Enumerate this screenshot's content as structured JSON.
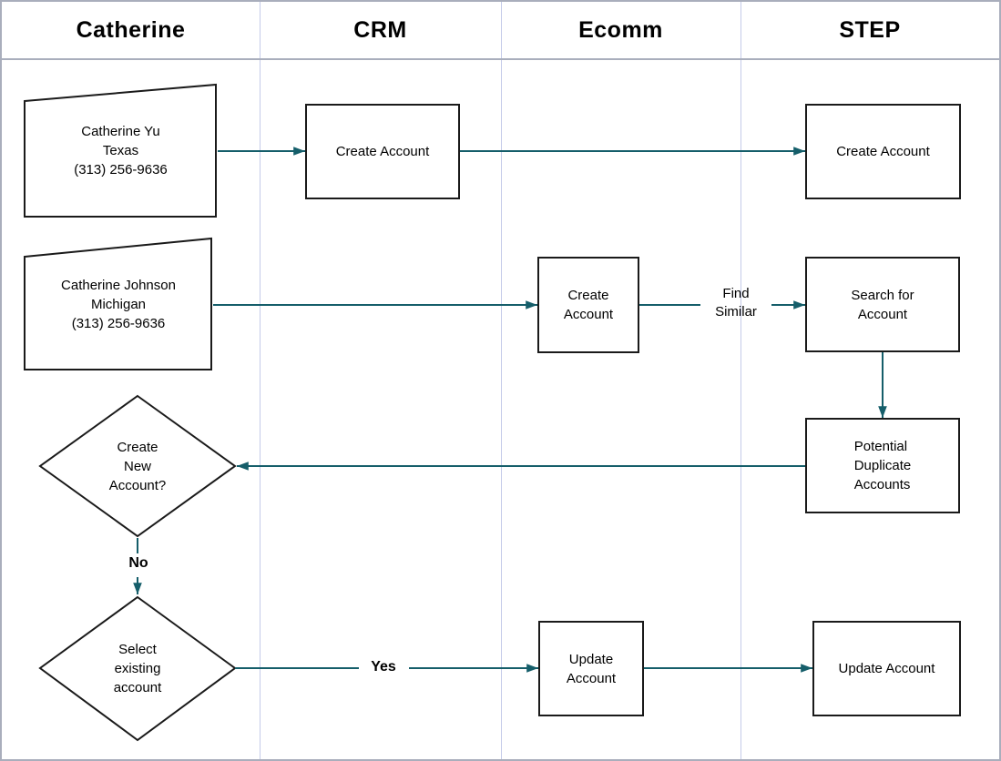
{
  "diagram": {
    "lanes": [
      {
        "id": "catherine",
        "label": "Catherine"
      },
      {
        "id": "crm",
        "label": "CRM"
      },
      {
        "id": "ecomm",
        "label": "Ecomm"
      },
      {
        "id": "step",
        "label": "STEP"
      }
    ],
    "nodes": {
      "customer_yu": {
        "type": "manual-input",
        "lane": "Catherine",
        "text": "Catherine Yu\nTexas\n(313) 256-9636"
      },
      "crm_create_account": {
        "type": "process",
        "lane": "CRM",
        "text": "Create Account"
      },
      "step_create_account": {
        "type": "process",
        "lane": "STEP",
        "text": "Create Account"
      },
      "customer_johnson": {
        "type": "manual-input",
        "lane": "Catherine",
        "text": "Catherine Johnson\nMichigan\n(313) 256-9636"
      },
      "ecomm_create_account": {
        "type": "process",
        "lane": "Ecomm",
        "text": "Create\nAccount"
      },
      "step_search_account": {
        "type": "process",
        "lane": "STEP",
        "text": "Search for\nAccount"
      },
      "step_potential_duplicates": {
        "type": "process",
        "lane": "STEP",
        "text": "Potential\nDuplicate\nAccounts"
      },
      "decision_create_new": {
        "type": "decision",
        "lane": "Catherine",
        "text": "Create\nNew\nAccount?"
      },
      "decision_select_existing": {
        "type": "decision",
        "lane": "Catherine",
        "text": "Select\nexisting\naccount"
      },
      "ecomm_update_account": {
        "type": "process",
        "lane": "Ecomm",
        "text": "Update\nAccount"
      },
      "step_update_account": {
        "type": "process",
        "lane": "STEP",
        "text": "Update Account"
      }
    },
    "edge_labels": {
      "find_similar": "Find\nSimilar",
      "no": "No",
      "yes": "Yes"
    }
  },
  "colors": {
    "connector": "#155E6A",
    "shape_border": "#1A1A1A",
    "lane_divider": "#C4CBE9",
    "frame_border": "#A9AEBC",
    "background": "#FFFFFF",
    "header_text": "#000000"
  }
}
